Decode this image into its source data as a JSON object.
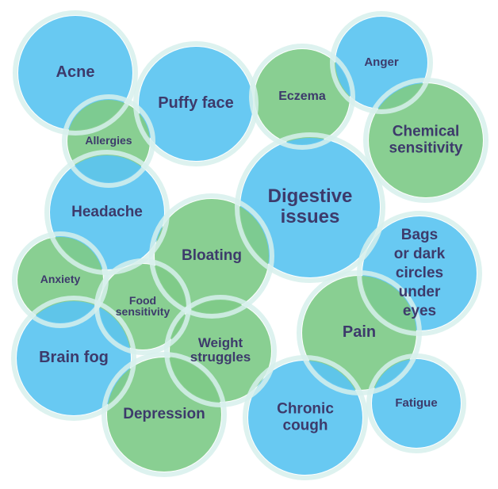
{
  "colors": {
    "blue": "#5bc4f1",
    "green": "#7fcb89",
    "overlap_ring": "#d7f0ec",
    "text": "#3d3a6b"
  },
  "bubbles": [
    {
      "id": "acne",
      "lines": [
        "Acne"
      ],
      "color": "blue"
    },
    {
      "id": "puffy-face",
      "lines": [
        "Puffy face"
      ],
      "color": "blue"
    },
    {
      "id": "eczema",
      "lines": [
        "Eczema"
      ],
      "color": "green"
    },
    {
      "id": "anger",
      "lines": [
        "Anger"
      ],
      "color": "blue"
    },
    {
      "id": "chemical-sensitivity",
      "lines": [
        "Chemical",
        "sensitivity"
      ],
      "color": "green"
    },
    {
      "id": "allergies",
      "lines": [
        "Allergies"
      ],
      "color": "green"
    },
    {
      "id": "digestive-issues",
      "lines": [
        "Digestive",
        "issues"
      ],
      "color": "blue"
    },
    {
      "id": "headache",
      "lines": [
        "Headache"
      ],
      "color": "blue"
    },
    {
      "id": "bloating",
      "lines": [
        "Bloating"
      ],
      "color": "green"
    },
    {
      "id": "bags-dark-circles",
      "lines": [
        "Bags",
        "or dark",
        "circles",
        "under",
        "eyes"
      ],
      "color": "blue"
    },
    {
      "id": "anxiety",
      "lines": [
        "Anxiety"
      ],
      "color": "green"
    },
    {
      "id": "food-sensitivity",
      "lines": [
        "Food",
        "sensitivity"
      ],
      "color": "green"
    },
    {
      "id": "pain",
      "lines": [
        "Pain"
      ],
      "color": "green"
    },
    {
      "id": "brain-fog",
      "lines": [
        "Brain fog"
      ],
      "color": "blue"
    },
    {
      "id": "weight-struggles",
      "lines": [
        "Weight",
        "struggles"
      ],
      "color": "green"
    },
    {
      "id": "depression",
      "lines": [
        "Depression"
      ],
      "color": "green"
    },
    {
      "id": "chronic-cough",
      "lines": [
        "Chronic",
        "cough"
      ],
      "color": "blue"
    },
    {
      "id": "fatigue",
      "lines": [
        "Fatigue"
      ],
      "color": "blue"
    }
  ]
}
